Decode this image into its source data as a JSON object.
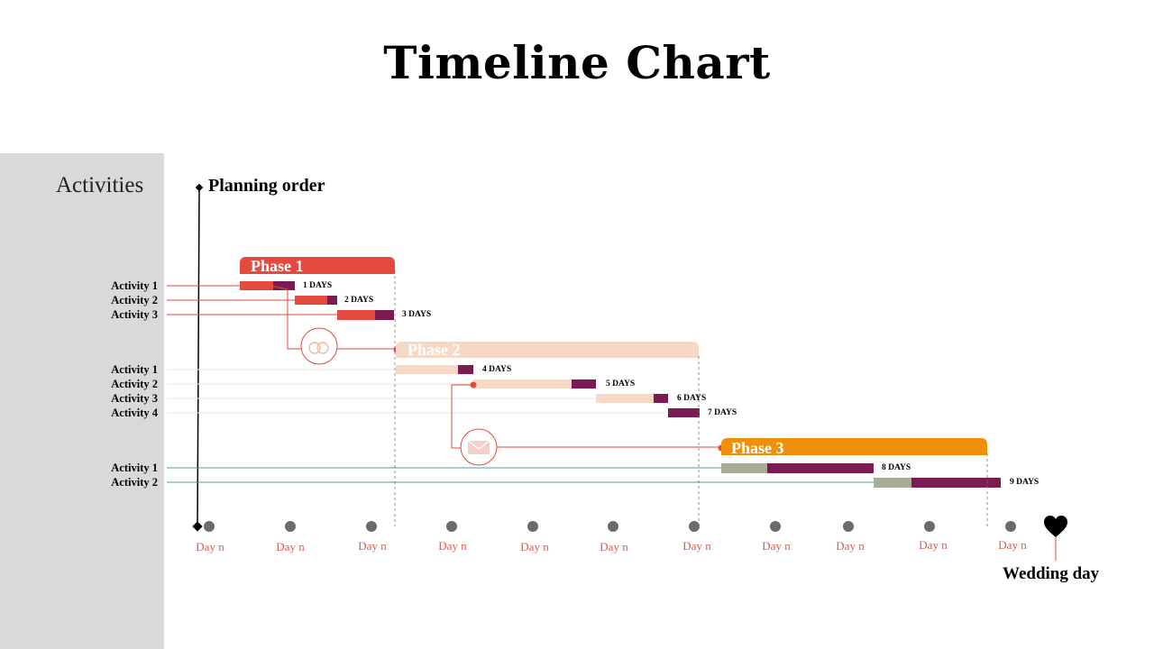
{
  "title": "Timeline Chart",
  "sidebar": {
    "heading": "Activities"
  },
  "milestone_start": "Planning order",
  "milestone_end": "Wedding day",
  "colors": {
    "phase1": "#e44a3e",
    "phase2": "#f5d9c5",
    "phase3": "#f0900a",
    "accent_purple": "#7a1c52",
    "sage": "#a8ad9a",
    "timeline_red": "#e8393a",
    "dot_gray": "#6b6b6b"
  },
  "phases": [
    {
      "label": "Phase 1",
      "activities": [
        {
          "label": "Activity 1",
          "duration": "1 DAYS"
        },
        {
          "label": "Activity 2",
          "duration": "2 DAYS"
        },
        {
          "label": "Activity 3",
          "duration": "3 DAYS"
        }
      ]
    },
    {
      "label": "Phase 2",
      "activities": [
        {
          "label": "Activity 1",
          "duration": "4 DAYS"
        },
        {
          "label": "Activity 2",
          "duration": "5 DAYS"
        },
        {
          "label": "Activity 3",
          "duration": "6 DAYS"
        },
        {
          "label": "Activity 4",
          "duration": "7 DAYS"
        }
      ]
    },
    {
      "label": "Phase 3",
      "activities": [
        {
          "label": "Activity 1",
          "duration": "8 DAYS"
        },
        {
          "label": "Activity 2",
          "duration": "9 DAYS"
        }
      ]
    }
  ],
  "connector_icons": [
    "rings-icon",
    "envelope-icon"
  ],
  "day_ticks": [
    "Day n",
    "Day n",
    "Day n",
    "Day n",
    "Day n",
    "Day n",
    "Day n",
    "Day n",
    "Day n",
    "Day n",
    "Day n"
  ],
  "end_icon": "heart-icon"
}
